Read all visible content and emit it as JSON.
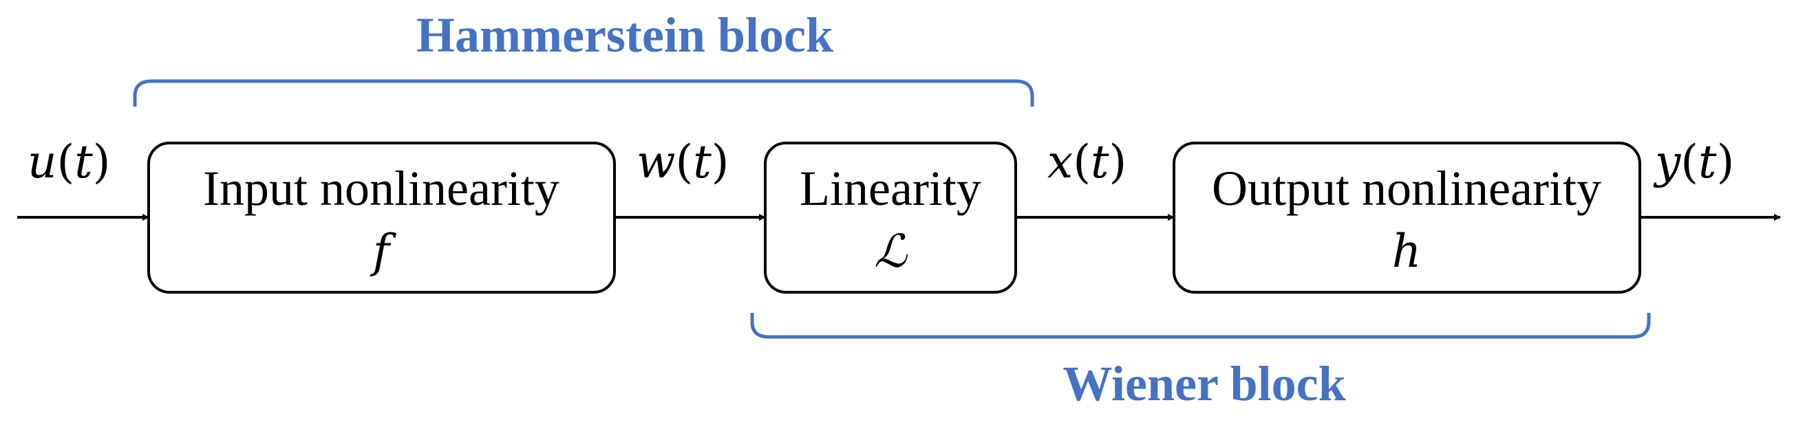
{
  "colors": {
    "accent": "#4472C4",
    "stroke": "#000000",
    "text": "#000000"
  },
  "groups": {
    "hammerstein_label": "Hammerstein block",
    "wiener_label": "Wiener block"
  },
  "signals": {
    "u": {
      "name": "u",
      "open": "(",
      "arg": "t",
      "close": ")"
    },
    "w": {
      "name": "w",
      "open": "(",
      "arg": "t",
      "close": ")"
    },
    "x": {
      "name": "x",
      "open": "(",
      "arg": "t",
      "close": ")"
    },
    "y": {
      "name": "y",
      "open": "(",
      "arg": "t",
      "close": ")"
    }
  },
  "blocks": {
    "input": {
      "title": "Input nonlinearity",
      "symbol": "f"
    },
    "linear": {
      "title": "Linearity",
      "symbol": "ℒ"
    },
    "output": {
      "title": "Output nonlinearity",
      "symbol": "h"
    }
  }
}
